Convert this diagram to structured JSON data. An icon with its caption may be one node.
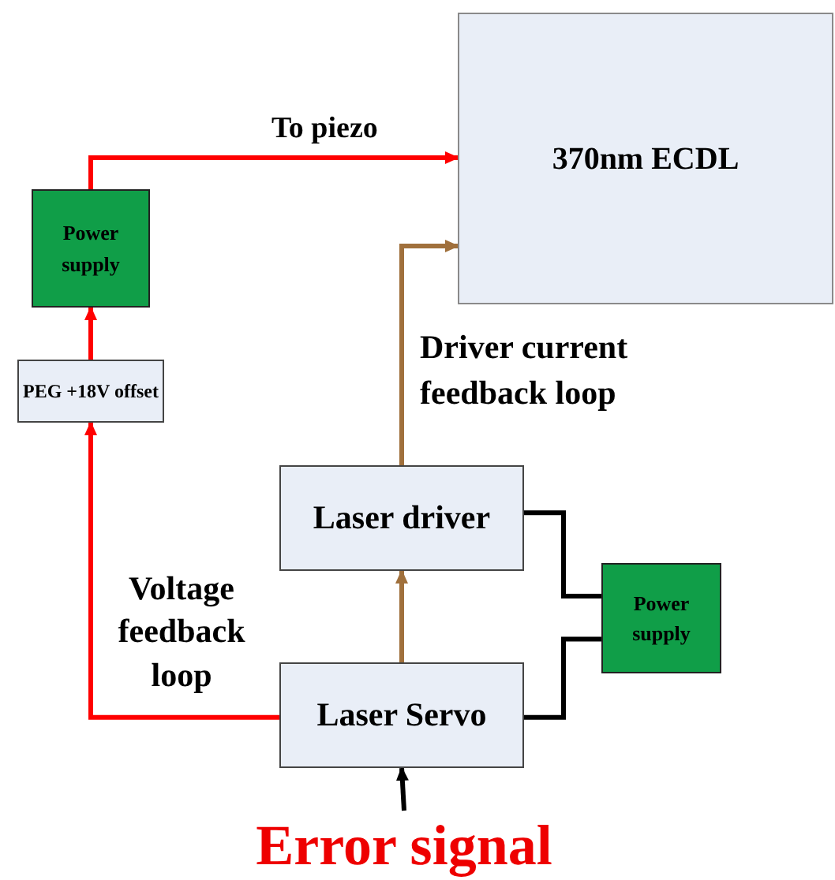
{
  "diagram": {
    "nodes": [
      {
        "text": [
          "370nm ECDL"
        ]
      },
      {
        "text": [
          "Power supply"
        ]
      },
      {
        "text": [
          "PEG +18V offset"
        ]
      },
      {
        "text": [
          "Laser driver"
        ]
      },
      {
        "text": [
          "Laser Servo"
        ]
      },
      {
        "text": [
          "Power supply"
        ]
      },
      {
        "text": [
          "Error signal"
        ]
      }
    ],
    "edges": [
      {
        "from": 1,
        "to": 0,
        "arrow": "to",
        "label": "To piezo",
        "color": "#ff0000"
      },
      {
        "from": 2,
        "to": 1,
        "arrow": "to",
        "color": "#ff0000"
      },
      {
        "from": 4,
        "to": 2,
        "arrow": "to",
        "label": "Voltage feedback loop",
        "color": "#ff0000"
      },
      {
        "from": 4,
        "to": 3,
        "arrow": "to",
        "color": "#a0703c"
      },
      {
        "from": 3,
        "to": 0,
        "arrow": "to",
        "label": "Driver current feedback loop",
        "color": "#a0703c"
      },
      {
        "from": 3,
        "to": 5,
        "arrow": "none",
        "color": "#000000"
      },
      {
        "from": 4,
        "to": 5,
        "arrow": "none",
        "color": "#000000"
      },
      {
        "from": 6,
        "to": 4,
        "arrow": "to",
        "color": "#000000"
      }
    ]
  }
}
